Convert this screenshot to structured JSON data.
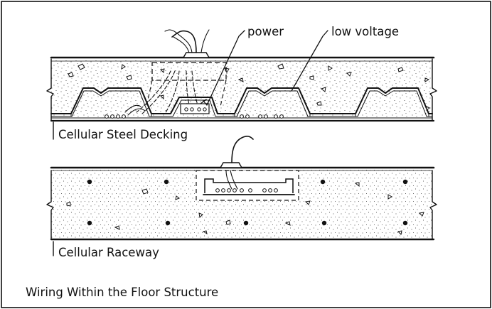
{
  "figure": {
    "caption": "Wiring Within the Floor Structure"
  },
  "section_top": {
    "title": "Cellular Steel Decking",
    "callouts": {
      "power": "power",
      "low_voltage": "low voltage"
    }
  },
  "section_bottom": {
    "title": "Cellular Raceway"
  },
  "colors": {
    "ink": "#111111",
    "paper": "#ffffff"
  }
}
